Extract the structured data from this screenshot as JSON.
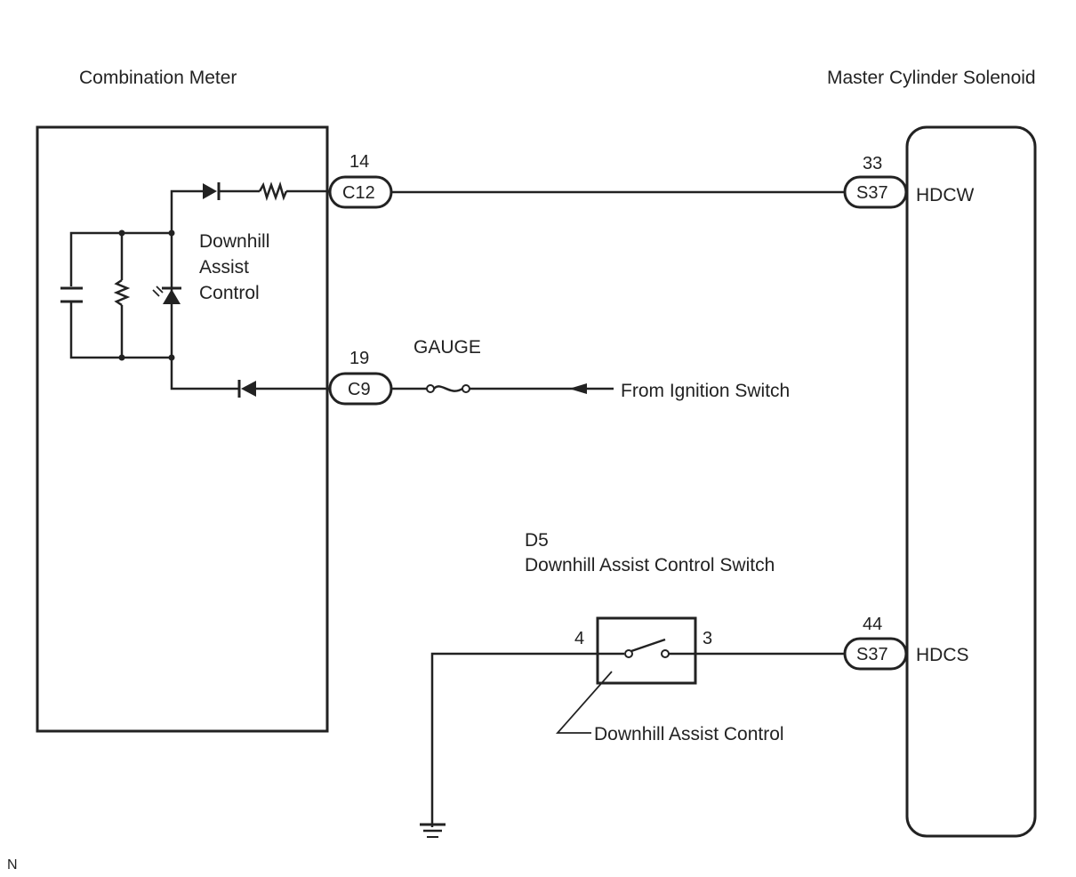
{
  "components": {
    "combination_meter": {
      "title": "Combination Meter",
      "internal_label": [
        "Downhill",
        "Assist",
        "Control"
      ]
    },
    "master_cylinder_solenoid": {
      "title": "Master Cylinder Solenoid",
      "terminals": [
        "HDCW",
        "HDCS"
      ]
    },
    "switch": {
      "code": "D5",
      "name": "Downhill Assist Control Switch",
      "pin_left": "4",
      "pin_right": "3",
      "callout": "Downhill Assist Control"
    }
  },
  "connectors": [
    {
      "pin": "14",
      "code": "C12"
    },
    {
      "pin": "19",
      "code": "C9"
    },
    {
      "pin": "33",
      "code": "S37"
    },
    {
      "pin": "44",
      "code": "S37"
    }
  ],
  "fuse": {
    "label": "GAUGE"
  },
  "source": {
    "label": "From Ignition Switch"
  },
  "footer": {
    "mark": "N"
  }
}
